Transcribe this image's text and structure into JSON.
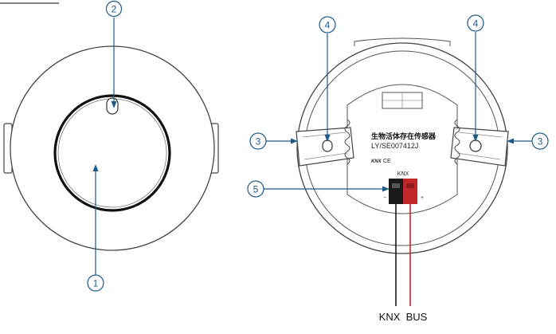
{
  "callouts": {
    "c1": "1",
    "c2": "2",
    "c3_left": "3",
    "c3_right": "3",
    "c4_left": "4",
    "c4_right": "4",
    "c5": "5"
  },
  "back_label": {
    "name_cn": "生物活体存在传感器",
    "model": "LY/SE007412J",
    "cert_knx": "KNX",
    "cert_ce": "CE"
  },
  "connector": {
    "label": "KNX",
    "minus": "−",
    "plus": "+"
  },
  "bus_label": "KNX  BUS",
  "colors": {
    "callout": "#1d5b86",
    "outline": "#333333",
    "connector_red": "#c0282b",
    "connector_black": "#1a1a1a",
    "wire_red": "#c0282b"
  }
}
